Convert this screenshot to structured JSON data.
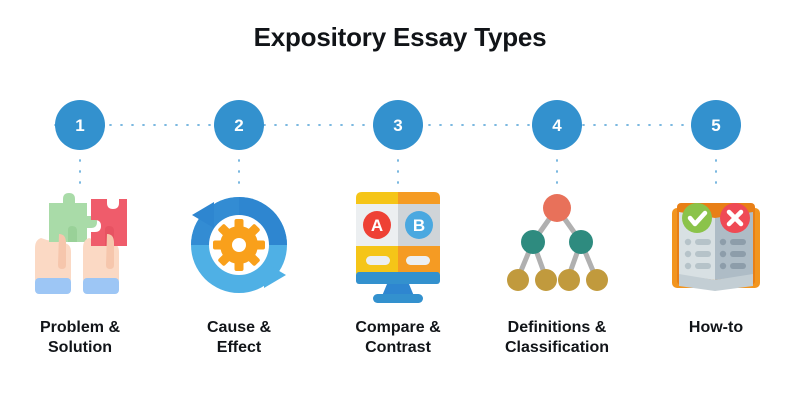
{
  "header": {
    "title": "Expository Essay Types"
  },
  "timeline": {
    "steps": [
      {
        "number": "1"
      },
      {
        "number": "2"
      },
      {
        "number": "3"
      },
      {
        "number": "4"
      },
      {
        "number": "5"
      }
    ]
  },
  "colors": {
    "step_circle": "#3391ce",
    "dotted_line": "#7ab8e0",
    "title_text": "#111418",
    "caption_text": "#111418",
    "background": "#ffffff",
    "puzzle_green": "#a9dba8",
    "puzzle_red": "#ef5c6b",
    "hand_skin": "#fbd9c4",
    "sleeve_blue": "#9dc6f5",
    "cycle_blue_light": "#4fb0e5",
    "cycle_blue_dark": "#2e86d0",
    "gear_orange": "#f9a01b",
    "monitor_yellow": "#f5c518",
    "monitor_orange": "#f59b23",
    "monitor_screen_light": "#eceff1",
    "monitor_screen_gray": "#cfd4d8",
    "badge_a_red": "#ee4135",
    "badge_b_blue": "#4aa8e0",
    "tree_root": "#e8715a",
    "tree_node_teal": "#2e8b7f",
    "tree_leaf_gold": "#c19a3d",
    "tree_link_gray": "#b0b0b0",
    "book_cover_orange": "#f2951f",
    "book_page_left": "#d8e0e3",
    "book_page_right": "#aebcc6",
    "check_green": "#8bc34a",
    "cross_red": "#ef4a55"
  },
  "items": [
    {
      "step": "1",
      "icon": "hands-holding-puzzle-pieces-icon",
      "caption_line1": "Problem &",
      "caption_line2": "Solution"
    },
    {
      "step": "2",
      "icon": "cycle-arrows-gear-icon",
      "caption_line1": "Cause &",
      "caption_line2": "Effect"
    },
    {
      "step": "3",
      "icon": "monitor-ab-comparison-icon",
      "badge_a": "A",
      "badge_b": "B",
      "caption_line1": "Compare &",
      "caption_line2": "Contrast"
    },
    {
      "step": "4",
      "icon": "hierarchy-tree-icon",
      "caption_line1": "Definitions &",
      "caption_line2": "Classification"
    },
    {
      "step": "5",
      "icon": "open-book-check-cross-icon",
      "caption_line1": "How-to",
      "caption_line2": ""
    }
  ]
}
